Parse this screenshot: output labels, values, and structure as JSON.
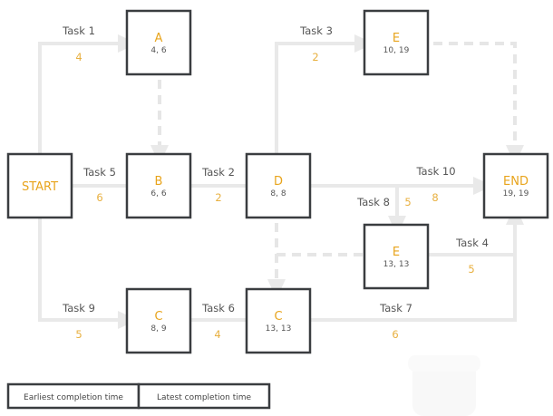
{
  "colors": {
    "accent": "#e8a41c",
    "box_border": "#3a3d40",
    "connector": "#e9e9e9"
  },
  "nodes": {
    "start": {
      "name": "START"
    },
    "a": {
      "name": "A",
      "values": "4, 6"
    },
    "b": {
      "name": "B",
      "values": "6, 6"
    },
    "d": {
      "name": "D",
      "values": "8, 8"
    },
    "e_top": {
      "name": "E",
      "values": "10, 19"
    },
    "end": {
      "name": "END",
      "values": "19, 19"
    },
    "e_mid": {
      "name": "E",
      "values": "13, 13"
    },
    "c_left": {
      "name": "C",
      "values": "8, 9"
    },
    "c_mid": {
      "name": "C",
      "values": "13, 13"
    }
  },
  "tasks": {
    "t1": {
      "label": "Task 1",
      "duration": "4"
    },
    "t5": {
      "label": "Task 5",
      "duration": "6"
    },
    "t2": {
      "label": "Task 2",
      "duration": "2"
    },
    "t3": {
      "label": "Task 3",
      "duration": "2"
    },
    "t10": {
      "label": "Task 10",
      "duration": "8"
    },
    "t8": {
      "label": "Task 8",
      "duration": "5"
    },
    "t4": {
      "label": "Task 4",
      "duration": "5"
    },
    "t9": {
      "label": "Task 9",
      "duration": "5"
    },
    "t6": {
      "label": "Task 6",
      "duration": "4"
    },
    "t7": {
      "label": "Task 7",
      "duration": "6"
    }
  },
  "legend": {
    "earliest": "Earliest completion time",
    "latest": "Latest completion time"
  }
}
